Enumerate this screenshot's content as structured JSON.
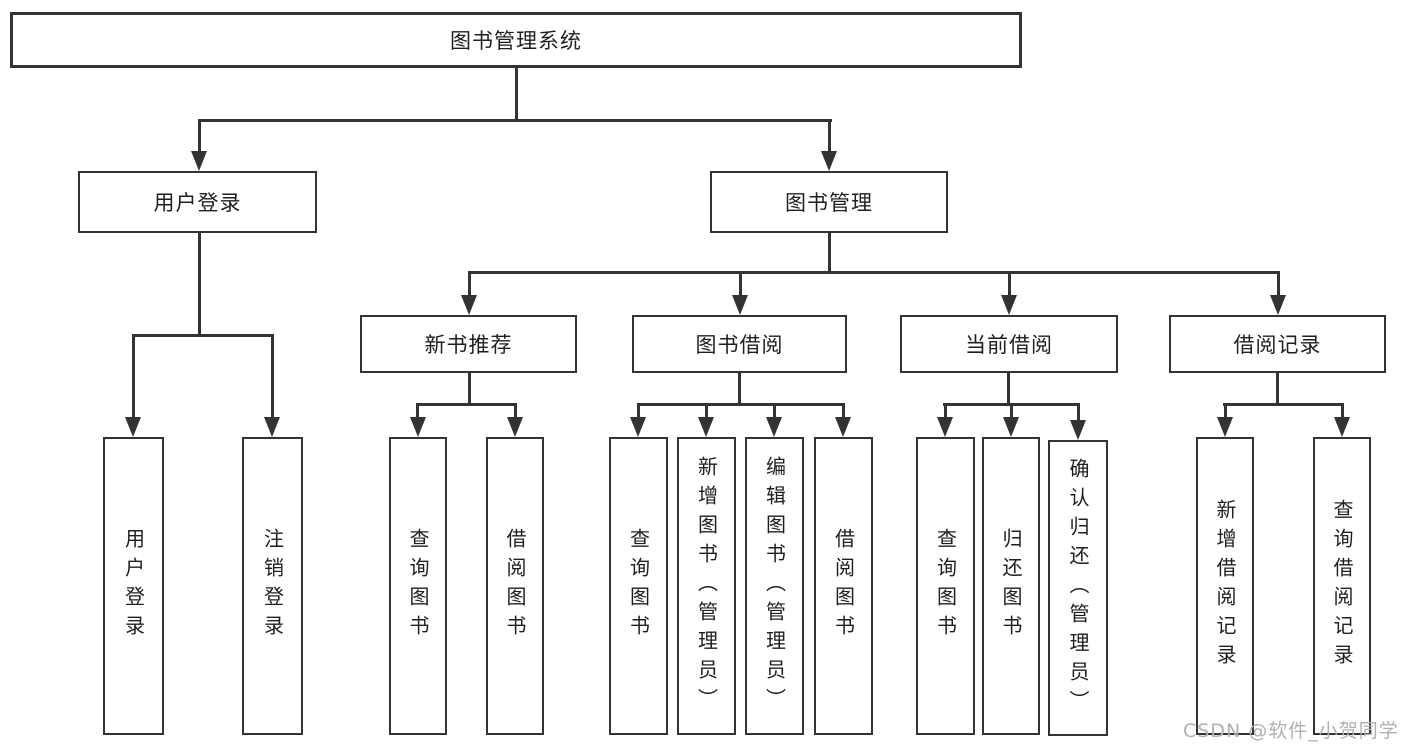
{
  "tree": {
    "root": {
      "label": "图书管理系统",
      "children": [
        {
          "label": "用户登录",
          "children": [
            {
              "label": "用户登录"
            },
            {
              "label": "注销登录"
            }
          ]
        },
        {
          "label": "图书管理",
          "children": [
            {
              "label": "新书推荐",
              "children": [
                {
                  "label": "查询图书"
                },
                {
                  "label": "借阅图书"
                }
              ]
            },
            {
              "label": "图书借阅",
              "children": [
                {
                  "label": "查询图书"
                },
                {
                  "label": "新增图书（管理员）"
                },
                {
                  "label": "编辑图书（管理员）"
                },
                {
                  "label": "借阅图书"
                }
              ]
            },
            {
              "label": "当前借阅",
              "children": [
                {
                  "label": "查询图书"
                },
                {
                  "label": "归还图书"
                },
                {
                  "label": "确认归还（管理员）"
                }
              ]
            },
            {
              "label": "借阅记录",
              "children": [
                {
                  "label": "新增借阅记录"
                },
                {
                  "label": "查询借阅记录"
                }
              ]
            }
          ]
        }
      ]
    }
  },
  "watermark": {
    "text": "CSDN @软件_小贺同学"
  },
  "colors": {
    "line": "#333333",
    "text": "#1f1f1f",
    "box-bg": "#ffffff",
    "bg": "#ffffff",
    "watermark": "#b0b0b0"
  }
}
